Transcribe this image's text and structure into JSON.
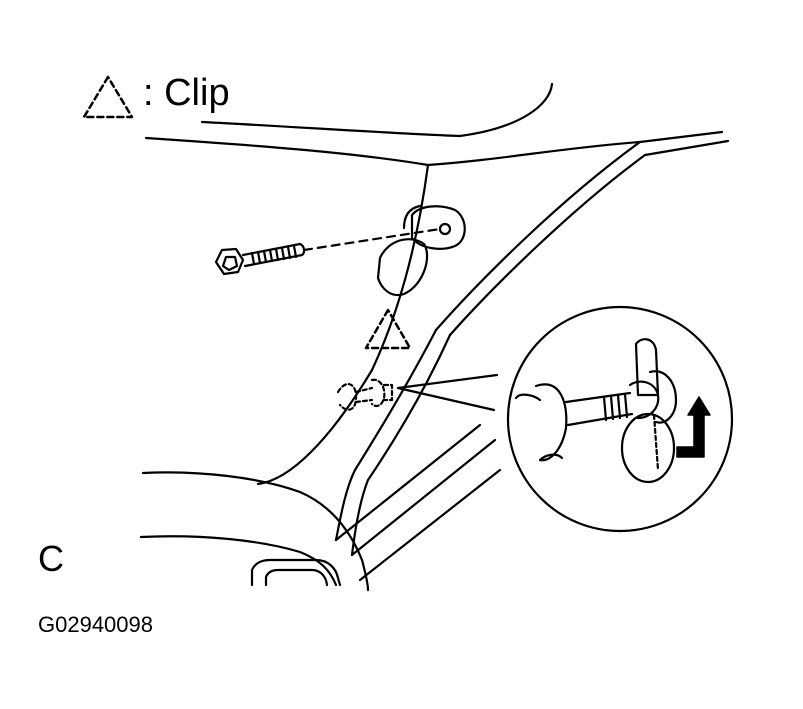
{
  "legend": {
    "symbol_icon": "dashed-triangle-icon",
    "text": ": Clip"
  },
  "view_label": "C",
  "figure_code": "G02940098",
  "colors": {
    "ink": "#000000",
    "background": "#ffffff"
  }
}
